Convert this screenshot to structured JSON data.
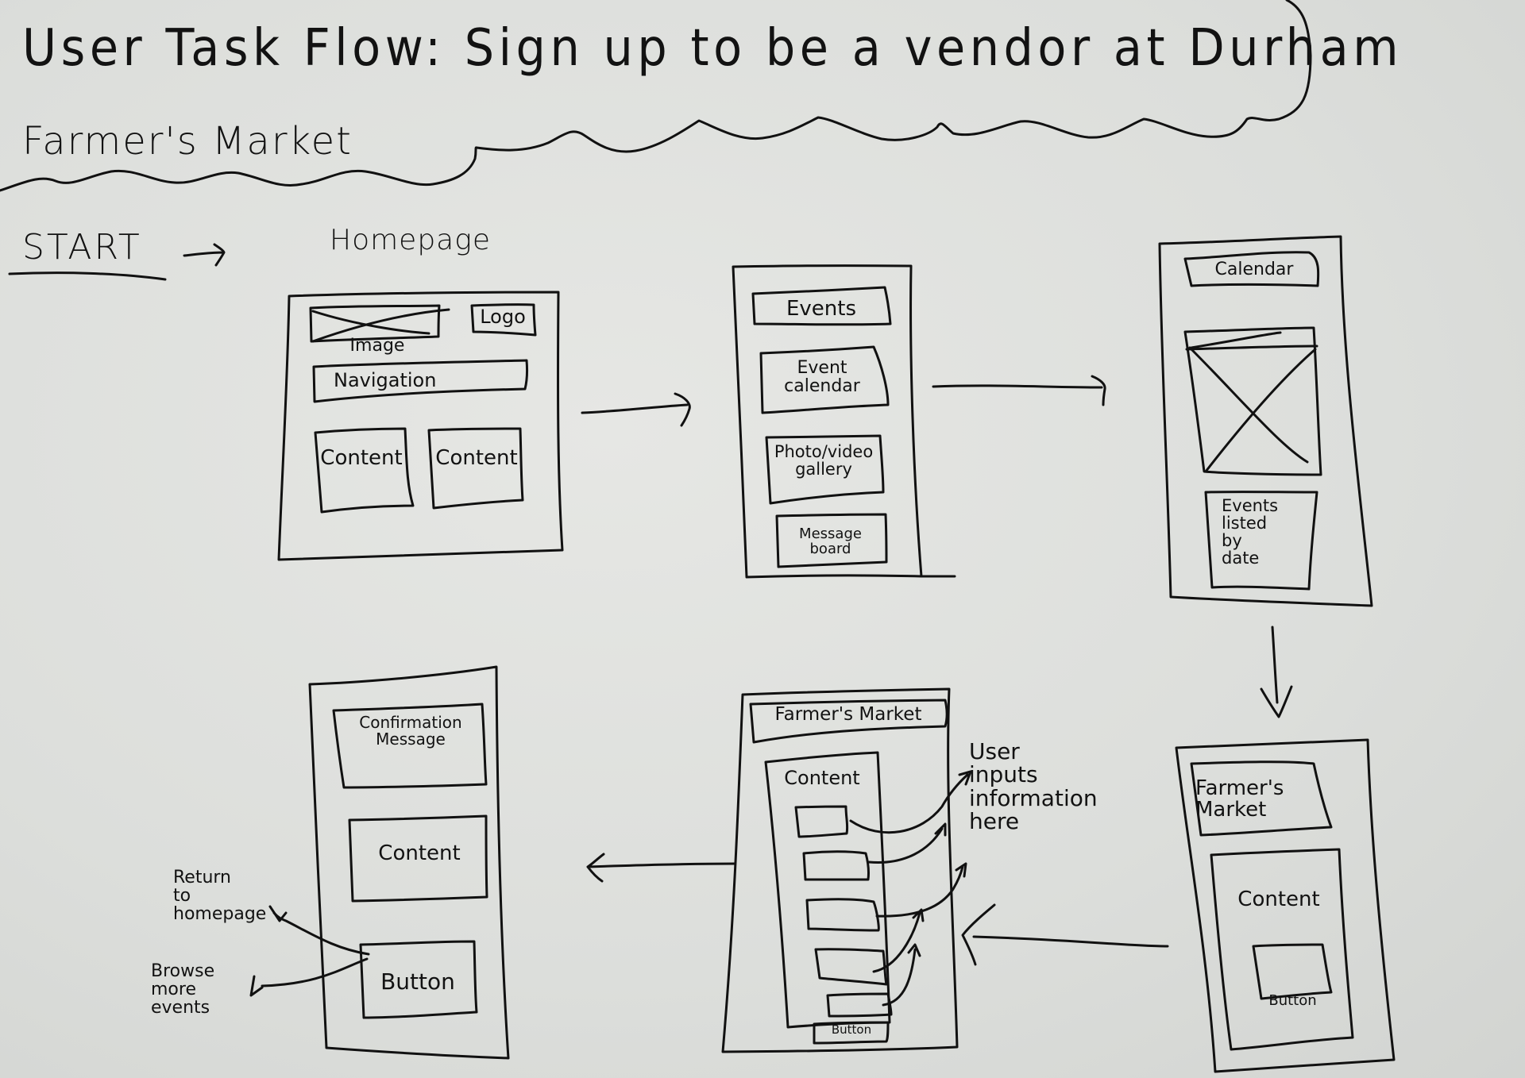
{
  "header": {
    "title_line1": "User Task Flow: Sign up to be a vendor at Durham",
    "title_line2": "Farmer's Market"
  },
  "start": {
    "label": "START",
    "arrow_icon": "arrow-right-icon"
  },
  "screens": [
    {
      "id": "homepage",
      "caption": "Homepage",
      "elements": {
        "image_label": "Image",
        "logo": "Logo",
        "navigation": "Navigation",
        "content_1": "Content",
        "content_2": "Content"
      }
    },
    {
      "id": "events",
      "elements": {
        "header": "Events",
        "event_calendar": "Event\ncalendar",
        "gallery": "Photo/video\ngallery",
        "message_board": "Message\nboard"
      }
    },
    {
      "id": "calendar",
      "elements": {
        "header": "Calendar",
        "events_list": "Events\nlisted\nby\ndate"
      }
    },
    {
      "id": "market-detail",
      "elements": {
        "header": "Farmer's\nMarket",
        "content": "Content",
        "button": "Button"
      }
    },
    {
      "id": "signup-form",
      "elements": {
        "header": "Farmer's Market",
        "content": "Content",
        "button": "Button",
        "input_fields": 5
      },
      "annotation": "User\ninputs\ninformation\nhere"
    },
    {
      "id": "confirmation",
      "elements": {
        "header": "Confirmation\nMessage",
        "content": "Content",
        "button": "Button"
      },
      "annotations": {
        "return": "Return\nto\nhomepage",
        "browse": "Browse\nmore\nevents"
      }
    }
  ],
  "flow": [
    "START",
    "homepage",
    "events",
    "calendar",
    "market-detail",
    "signup-form",
    "confirmation"
  ]
}
